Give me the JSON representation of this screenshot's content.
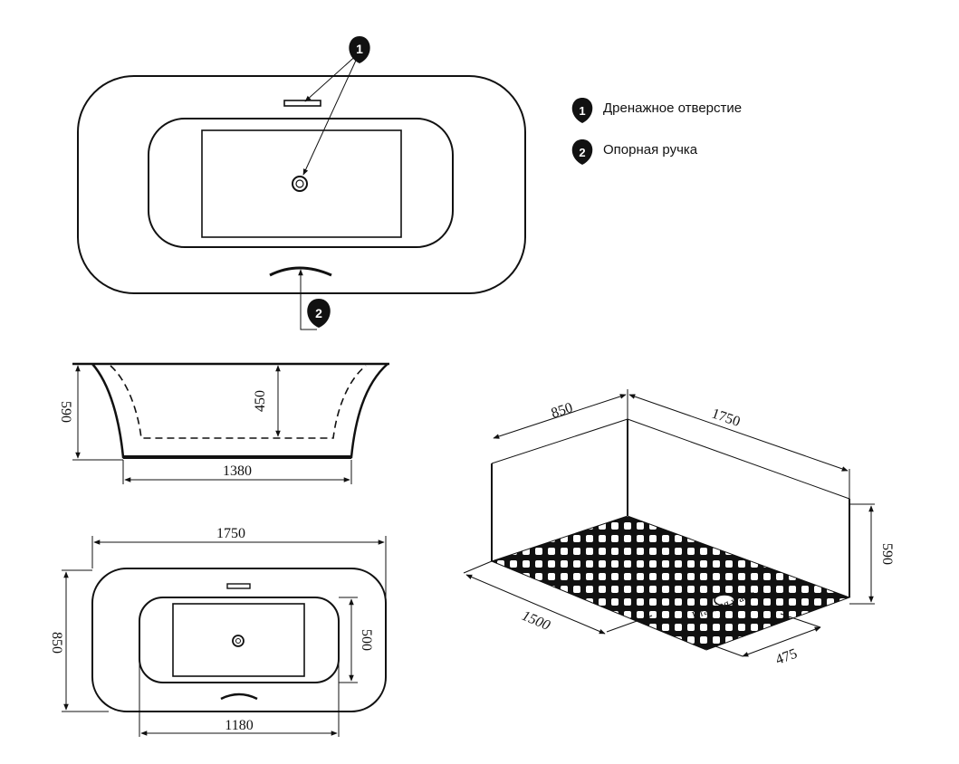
{
  "legend": [
    {
      "marker": "1",
      "label": "Дренажное отверстие"
    },
    {
      "marker": "2",
      "label": "Опорная ручка"
    }
  ],
  "callouts": {
    "drain": "1",
    "handle": "2"
  },
  "side_view": {
    "height": "590",
    "depth": "450",
    "bottom_length": "1380"
  },
  "plan_view": {
    "length": "1750",
    "width": "850",
    "inner_width": "500",
    "inner_length": "1180"
  },
  "install_view": {
    "width": "850",
    "length": "1750",
    "height": "590",
    "floor_length": "1500",
    "drain_offset": "475",
    "draining_label": "Draining water"
  },
  "colors": {
    "line": "#111111",
    "marker": "#111111"
  }
}
